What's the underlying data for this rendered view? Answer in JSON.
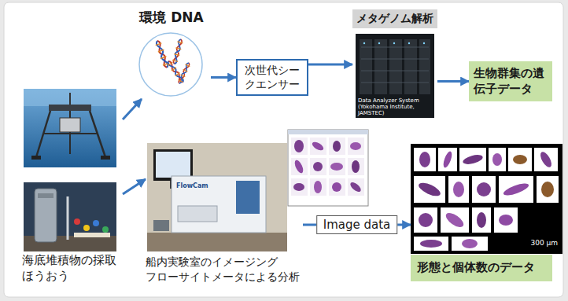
{
  "diagram": {
    "nodes": [
      {
        "text": [
          "海底堆積物の採取 ほうおう"
        ]
      },
      {
        "text": [
          "環境 DNA"
        ]
      },
      {
        "text": [
          "次世代シークエンサー"
        ]
      },
      {
        "text": [
          "メタゲノム解析"
        ]
      },
      {
        "text": [
          "生物群集の遺伝子データ"
        ]
      },
      {
        "text": [
          "船内実験室のイメージング フローサイトメータによる分析"
        ]
      },
      {
        "text": [
          "300 μm"
        ]
      },
      {
        "text": [
          "形態と個体数のデータ"
        ]
      }
    ],
    "edges": [
      {
        "from": 0,
        "to": 1,
        "arrow": "to"
      },
      {
        "from": 1,
        "to": 2,
        "arrow": "to"
      },
      {
        "from": 2,
        "to": 3,
        "arrow": "to"
      },
      {
        "from": 3,
        "to": 4,
        "arrow": "to"
      },
      {
        "from": 0,
        "to": 5,
        "arrow": "to"
      },
      {
        "from": 5,
        "to": 6,
        "label": "Image data",
        "arrow": "to"
      }
    ],
    "labels": [
      "Data Analyzer System (Yokohama Institute, JAMSTEC)",
      "FlowCam"
    ]
  }
}
